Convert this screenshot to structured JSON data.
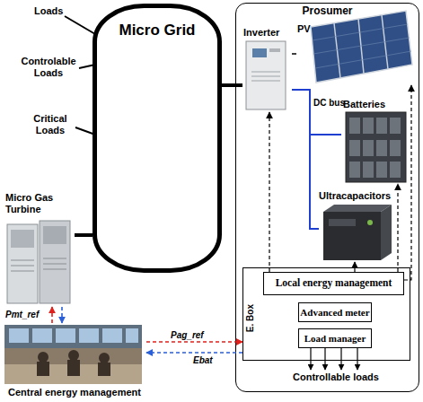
{
  "diagram": {
    "nodes": [
      {
        "text": [
          "Micro Grid"
        ]
      },
      {
        "text": [
          "Prosumer"
        ]
      },
      {
        "text": [
          "Inverter"
        ],
        "in": 1
      },
      {
        "text": [
          "PV"
        ],
        "in": 1
      },
      {
        "text": [
          "Batteries"
        ],
        "in": 1
      },
      {
        "text": [
          "Ultracapacitors"
        ],
        "in": 1
      },
      {
        "text": [
          "E. Box"
        ],
        "in": 1
      },
      {
        "text": [
          "Local energy management"
        ],
        "in": 6
      },
      {
        "text": [
          "Advanced meter"
        ],
        "in": 6
      },
      {
        "text": [
          "Load manager"
        ],
        "in": 6
      },
      {
        "text": [
          "Micro Gas Turbine"
        ]
      },
      {
        "text": [
          "Central energy management"
        ]
      }
    ],
    "edges": [
      {
        "from": 0,
        "to": 2,
        "arrow": "none"
      },
      {
        "from": 2,
        "to": 3,
        "arrow": "none"
      },
      {
        "from": 2,
        "to": 4,
        "label": "DC bus",
        "arrow": "none"
      },
      {
        "from": 2,
        "to": 5,
        "arrow": "none"
      },
      {
        "from": 7,
        "to": 2,
        "arrow": "to"
      },
      {
        "from": 7,
        "to": 3,
        "arrow": "to"
      },
      {
        "from": 7,
        "to": 4,
        "arrow": "to"
      },
      {
        "from": 7,
        "to": 5,
        "arrow": "to"
      },
      {
        "from": 0,
        "to": 10,
        "arrow": "none"
      },
      {
        "from": 11,
        "to": 10,
        "label": "Pmt_ref",
        "arrow": "to"
      },
      {
        "from": 10,
        "to": 11,
        "arrow": "to"
      },
      {
        "from": 11,
        "to": 6,
        "label": "Pag_ref",
        "arrow": "to"
      },
      {
        "from": 6,
        "to": 11,
        "label": "Ebat",
        "arrow": "to"
      }
    ],
    "labels": [
      "Loads",
      "Controlable Loads",
      "Critical Loads",
      "Controllable loads"
    ]
  }
}
